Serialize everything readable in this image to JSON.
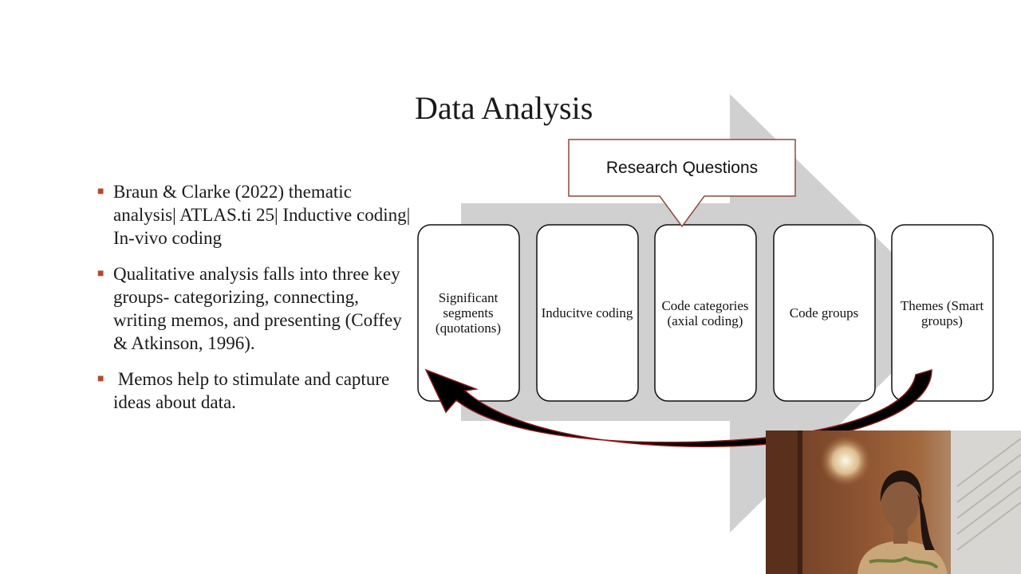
{
  "slide": {
    "title": "Data Analysis",
    "bullets": [
      "Braun & Clarke (2022) thematic analysis| ATLAS.ti 25| Inductive coding| In-vivo coding",
      "Qualitative analysis falls into three key groups- categorizing, connecting, writing memos, and presenting (Coffey & Atkinson, 1996).",
      " Memos help to stimulate and capture ideas about data."
    ],
    "diagram": {
      "callout": "Research Questions",
      "steps": [
        "Significant segments (quotations)",
        "Inducitve coding",
        "Code categories (axial coding)",
        "Code groups",
        "Themes (Smart groups)"
      ]
    }
  },
  "colors": {
    "bullet_mark": "#b5482a",
    "arrow_fill": "#d0d0d0",
    "callout_border": "#8b4a3c",
    "loop_arrow": "#000000",
    "loop_arrow_edge": "#8b1a1a"
  },
  "icons": {
    "bullet": "square-bullet-icon",
    "loop": "curved-return-arrow-icon"
  }
}
